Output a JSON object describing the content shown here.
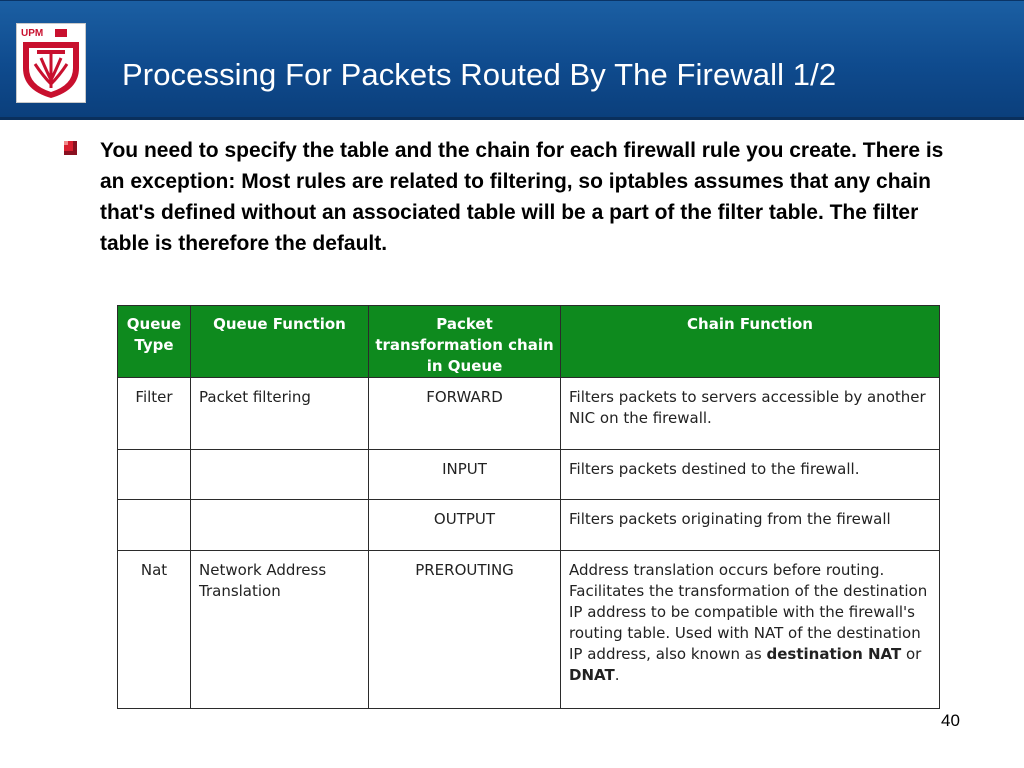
{
  "slide": {
    "title": "Processing For Packets Routed By The Firewall 1/2",
    "logo_text": "UPM",
    "bullet": "You need to specify the table and the chain for each firewall rule you create. There is an exception: Most rules are related to filtering, so iptables assumes that any chain that's defined without an associated table will be a part of the filter table. The filter table is therefore the default.",
    "page_number": "40"
  },
  "colors": {
    "header_blue": "#0f4b8e",
    "table_header_green": "#0e8a1e",
    "bullet_red": "#c8102e"
  },
  "table": {
    "headers": [
      "Queue Type",
      "Queue Function",
      "Packet transformation chain in Queue",
      "Chain Function"
    ],
    "rows": [
      {
        "type": "Filter",
        "function": "Packet filtering",
        "chain": "FORWARD",
        "chain_function": "Filters packets to servers accessible by another NIC on the firewall."
      },
      {
        "type": "",
        "function": "",
        "chain": "INPUT",
        "chain_function": "Filters packets destined to the firewall."
      },
      {
        "type": "",
        "function": "",
        "chain": "OUTPUT",
        "chain_function": "Filters packets originating from the firewall"
      },
      {
        "type": "Nat",
        "function": "Network Address Translation",
        "chain": "PREROUTING",
        "chain_function_pre": "Address translation occurs before routing. Facilitates the transformation of the destination IP address to be compatible with the firewall's routing table. Used with NAT of the destination IP address, also known as ",
        "chain_function_bold1": "destination NAT",
        "chain_function_mid": " or ",
        "chain_function_bold2": "DNAT",
        "chain_function_end": "."
      }
    ]
  }
}
